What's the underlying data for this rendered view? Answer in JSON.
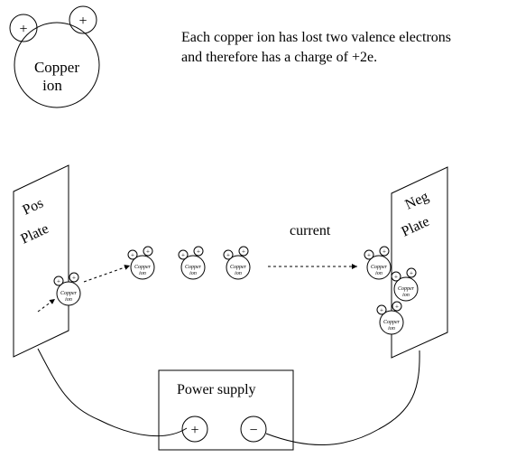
{
  "legend": {
    "ion_line1": "Copper",
    "ion_line2": "ion",
    "charge_sign": "+",
    "note_line1": "Each copper ion has lost two valence electrons",
    "note_line2": "and therefore has a charge of +2e."
  },
  "pos_plate": {
    "line1": "Pos",
    "line2": "Plate"
  },
  "neg_plate": {
    "line1": "Neg",
    "line2": "Plate"
  },
  "current_label": "current",
  "small_ion": {
    "line1": "Copper",
    "line2": "ion"
  },
  "power_supply": {
    "title": "Power supply",
    "plus": "+",
    "minus": "−"
  }
}
